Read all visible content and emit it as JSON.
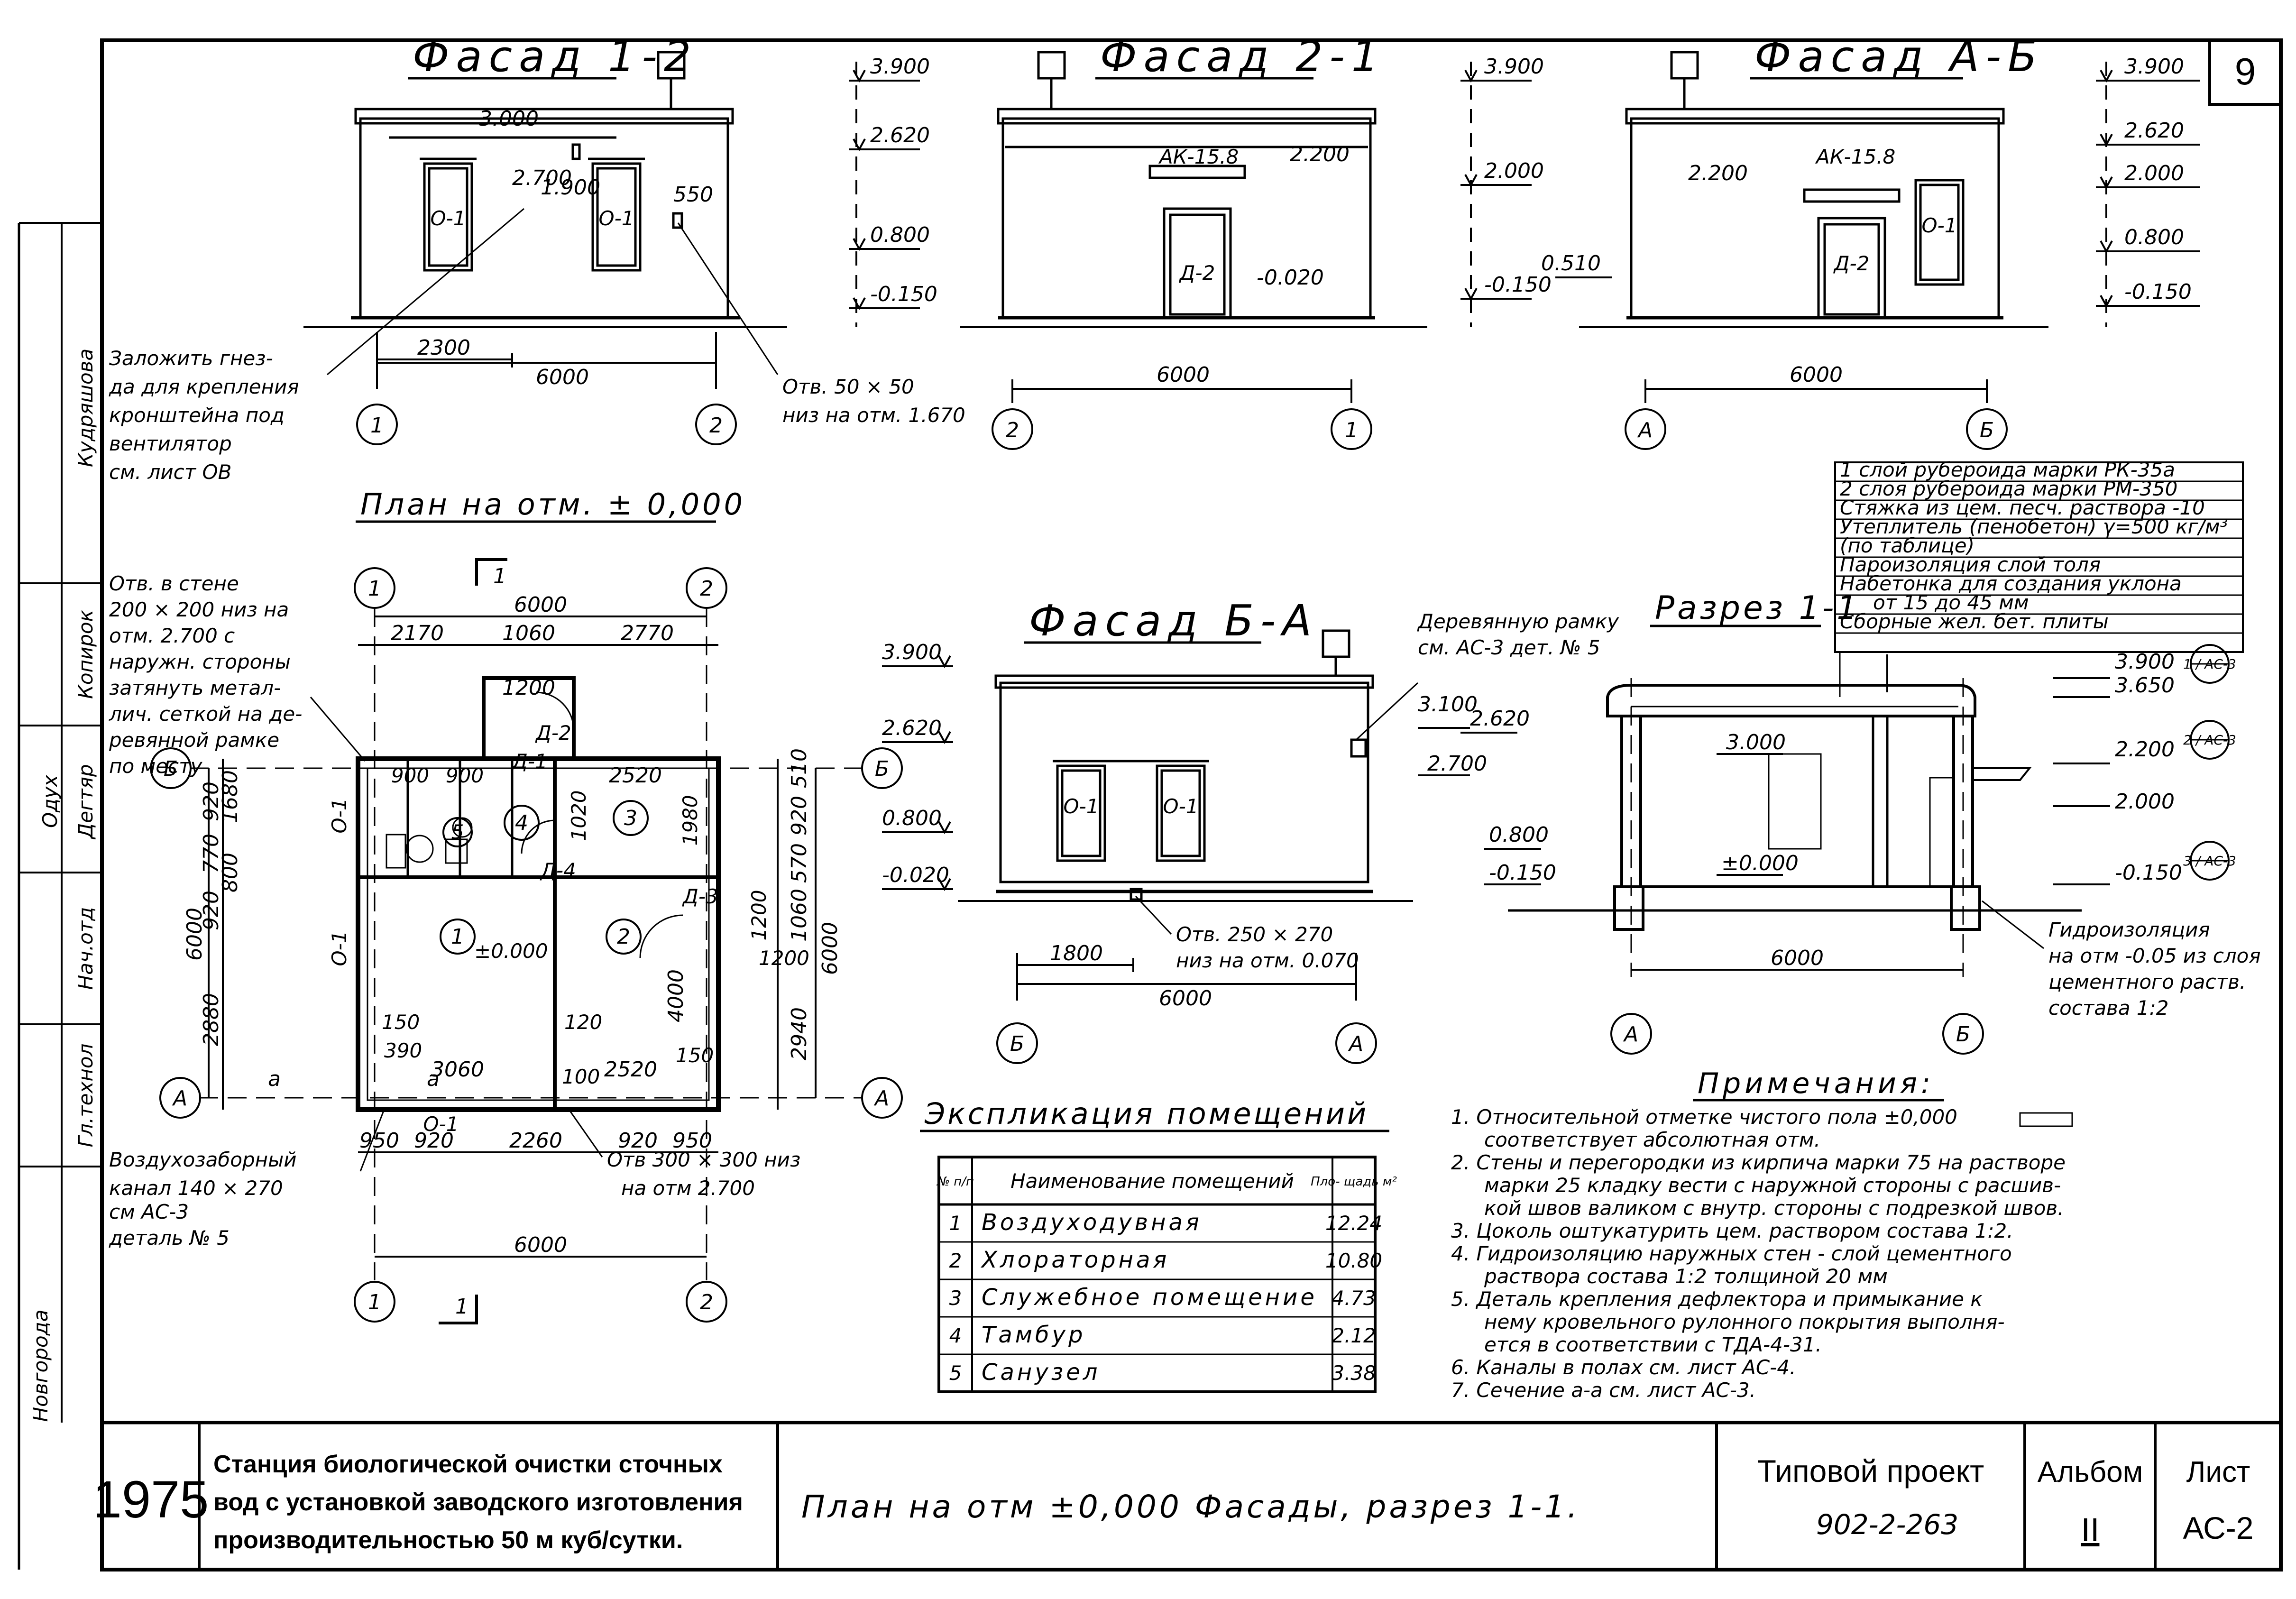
{
  "sheet": {
    "number": "9",
    "year": "1975",
    "project_title": [
      "Станция биологической очистки сточных",
      "вод с установкой заводского изготовления",
      "производительностью 50 м куб/сутки."
    ],
    "drawing_title": "План на отм ±0,000 Фасады, разрез 1-1.",
    "typical_project_label": "Типовой проект",
    "project_code": "902-2-263",
    "album_label": "Альбом",
    "album_value": "II",
    "sheet_label": "Лист",
    "sheet_value": "АС-2"
  },
  "side_stamp": {
    "names": [
      "Кудряшова",
      "Копирок",
      "Дегтяр",
      "Одух",
      "Гл.технол",
      "Нач.отд"
    ],
    "bottom": "Новгорода"
  },
  "facade_1_2": {
    "title": "Фасад 1-2",
    "levels": [
      "3.900",
      "2.620",
      "0.800",
      "-0.150"
    ],
    "roof_level": "3.000",
    "window_marks": [
      "О-1",
      "О-1"
    ],
    "marks": [
      "2.700",
      "1.900",
      "550"
    ],
    "dims": [
      "2300",
      "6000"
    ],
    "axes": [
      "1",
      "2"
    ],
    "note_nest": [
      "Заложить гнез-",
      "да для крепления",
      "кронштейна под",
      "вентилятор",
      "см. лист ОВ"
    ],
    "note_opening": [
      "Отв. 50 × 50",
      "низ на отм. 1.670"
    ]
  },
  "facade_2_1": {
    "title": "Фасад 2-1",
    "levels": [
      "3.900",
      "2.000",
      "-0.150"
    ],
    "marks": [
      "АК-15.8",
      "2.200",
      "-0.020"
    ],
    "door_mark": "Д-2",
    "dims": [
      "6000"
    ],
    "axes": [
      "2",
      "1"
    ]
  },
  "facade_a_b": {
    "title": "Фасад А-Б",
    "levels": [
      "3.900",
      "2.620",
      "2.000",
      "0.800",
      "-0.150"
    ],
    "marks": [
      "2.200",
      "АК-15.8",
      "0.510"
    ],
    "door_mark": "Д-2",
    "window_mark": "О-1",
    "dims": [
      "6000"
    ],
    "axes": [
      "А",
      "Б"
    ]
  },
  "facade_b_a": {
    "title": "Фасад Б-А",
    "levels": [
      "3.900",
      "2.620",
      "0.800",
      "-0.020"
    ],
    "marks": [
      "3.100",
      "2.620",
      "2.700"
    ],
    "window_marks": [
      "О-1",
      "О-1"
    ],
    "dims": [
      "1800",
      "6000"
    ],
    "axes": [
      "Б",
      "А"
    ],
    "note_frame": [
      "Деревянную рамку",
      "см. АС-3 дет. № 5"
    ],
    "note_opening": [
      "Отв. 250 × 270",
      "низ на отм. 0.070"
    ]
  },
  "section_1_1": {
    "title": "Разрез 1-1",
    "layers": [
      "1 слой рубероида марки РК-35а",
      "2 слоя рубероида марки РМ-350",
      "Стяжка из цем. песч. раствора -10",
      "Утеплитель (пенобетон) γ=500 кг/м³",
      "(по таблице)",
      "Пароизоляция слой толя",
      "Набетонка для создания уклона",
      "от 15 до 45 мм",
      "Сборные жел. бет. плиты"
    ],
    "levels": [
      "3.900",
      "3.650",
      "3.000",
      "2.200",
      "2.000",
      "0.800",
      "±0.000",
      "-0.150"
    ],
    "callouts": [
      "1 / АС-3",
      "2 / АС-3",
      "3 / АС-3"
    ],
    "dims": [
      "6000"
    ],
    "axes": [
      "А",
      "Б"
    ],
    "note_hydro": [
      "Гидроизоляция",
      "на отм -0.05 из слоя",
      "цементного раств.",
      "состава 1:2"
    ]
  },
  "plan": {
    "title": "План на отм. ± 0,000",
    "section_mark": "1",
    "axes": [
      "1",
      "2",
      "Б",
      "А"
    ],
    "dims_top": [
      "6000",
      "2170",
      "1060",
      "2770"
    ],
    "dims_bottom": [
      "950",
      "920",
      "2260",
      "920",
      "950",
      "6000"
    ],
    "dims_left": [
      "1680",
      "920",
      "770",
      "920",
      "800",
      "2880",
      "6000"
    ],
    "dims_right": [
      "510",
      "920",
      "570",
      "1060",
      "2940",
      "6000"
    ],
    "interior": [
      "1200",
      "900",
      "900",
      "2520",
      "1020",
      "1980",
      "3060",
      "2520",
      "4000",
      "1200",
      "1200",
      "150",
      "390",
      "120",
      "100",
      "150"
    ],
    "rooms": [
      "1",
      "2",
      "3",
      "4",
      "5"
    ],
    "floor_level": "±0.000",
    "marks": [
      "Д-1",
      "Д-2",
      "Д-3",
      "Д-4",
      "О-1",
      "О-1",
      "О-1",
      "а"
    ],
    "note_wall": [
      "Отв. в стене",
      "200 × 200 низ на",
      "отм. 2.700 с",
      "наружн. стороны",
      "затянуть метал-",
      "лич. сеткой на де-",
      "ревянной рамке",
      "по месту"
    ],
    "note_air": [
      "Воздухозаборный",
      "канал 140 × 270",
      "см АС-3",
      "деталь № 5"
    ],
    "note_opening": [
      "Отв 300 × 300 низ",
      "на отм 2.700"
    ]
  },
  "explication": {
    "title": "Экспликация помещений",
    "headers": [
      "№ п/п",
      "Наименование помещений",
      "Пло- щадь м²"
    ],
    "rows": [
      [
        "1",
        "Воздуходувная",
        "12.24"
      ],
      [
        "2",
        "Хлораторная",
        "10.80"
      ],
      [
        "3",
        "Служебное помещение",
        "4.73"
      ],
      [
        "4",
        "Тамбур",
        "2.12"
      ],
      [
        "5",
        "Санузел",
        "3.38"
      ]
    ]
  },
  "notes": {
    "title": "Примечания:",
    "lines": [
      "1. Относительной отметке чистого пола ±0,000",
      "соответствует абсолютная отм.",
      "2. Стены и перегородки из кирпича марки 75 на растворе",
      "марки 25 кладку вести с наружной стороны с расшив-",
      "кой швов валиком с внутр. стороны с подрезкой швов.",
      "3. Цоколь оштукатурить цем. раствором состава 1:2.",
      "4. Гидроизоляцию наружных стен - слой цементного",
      "раствора состава 1:2 толщиной 20 мм",
      "5. Деталь крепления дефлектора и примыкание к",
      "нему кровельного рулонного покрытия выполня-",
      "ется в соответствии с ТДА-4-31.",
      "6. Каналы в полах см. лист АС-4.",
      "7. Сечение а-а см. лист АС-3."
    ]
  }
}
